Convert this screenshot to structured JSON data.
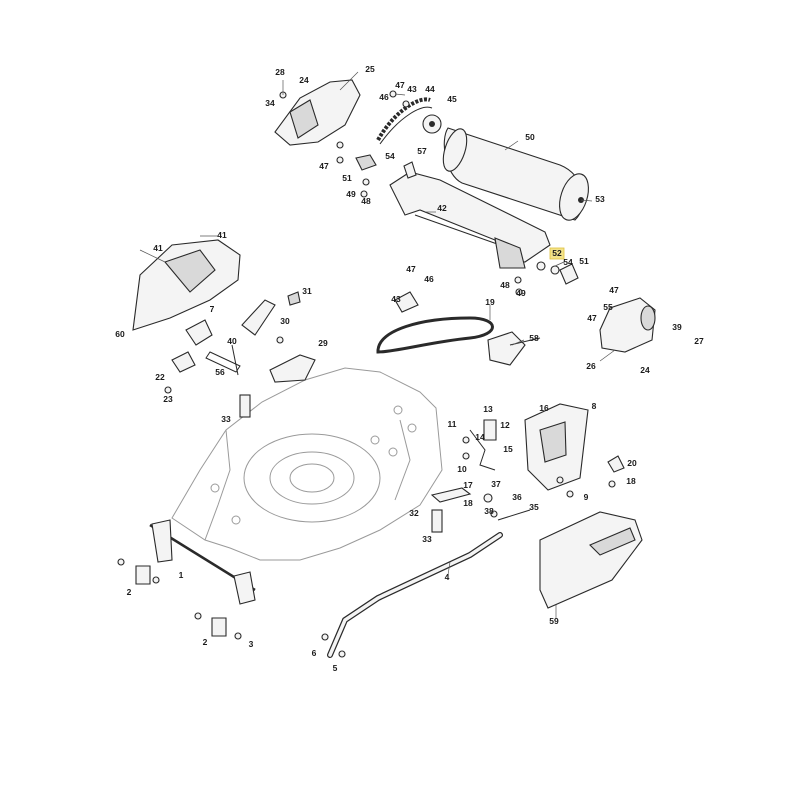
{
  "diagram": {
    "callouts": [
      {
        "id": "c28",
        "text": "28"
      },
      {
        "id": "c24a",
        "text": "24"
      },
      {
        "id": "c34",
        "text": "34"
      },
      {
        "id": "c25",
        "text": "25"
      },
      {
        "id": "c47a",
        "text": "47"
      },
      {
        "id": "c43a",
        "text": "43"
      },
      {
        "id": "c44",
        "text": "44"
      },
      {
        "id": "c46a",
        "text": "46"
      },
      {
        "id": "c45",
        "text": "45"
      },
      {
        "id": "c50",
        "text": "50"
      },
      {
        "id": "c57",
        "text": "57"
      },
      {
        "id": "c54a",
        "text": "54"
      },
      {
        "id": "c47b",
        "text": "47"
      },
      {
        "id": "c51a",
        "text": "51"
      },
      {
        "id": "c49a",
        "text": "49"
      },
      {
        "id": "c48a",
        "text": "48"
      },
      {
        "id": "c53",
        "text": "53"
      },
      {
        "id": "c42",
        "text": "42"
      },
      {
        "id": "c41a",
        "text": "41"
      },
      {
        "id": "c41b",
        "text": "41"
      },
      {
        "id": "c52",
        "text": "52"
      },
      {
        "id": "c54b",
        "text": "54"
      },
      {
        "id": "c51b",
        "text": "51"
      },
      {
        "id": "c47c",
        "text": "47"
      },
      {
        "id": "c43b",
        "text": "43"
      },
      {
        "id": "c46b",
        "text": "46"
      },
      {
        "id": "c48b",
        "text": "48"
      },
      {
        "id": "c49b",
        "text": "49"
      },
      {
        "id": "c47d",
        "text": "47"
      },
      {
        "id": "c55",
        "text": "55"
      },
      {
        "id": "c47e",
        "text": "47"
      },
      {
        "id": "c60",
        "text": "60"
      },
      {
        "id": "c7",
        "text": "7"
      },
      {
        "id": "c31",
        "text": "31"
      },
      {
        "id": "c40",
        "text": "40"
      },
      {
        "id": "c30",
        "text": "30"
      },
      {
        "id": "c19",
        "text": "19"
      },
      {
        "id": "c39",
        "text": "39"
      },
      {
        "id": "c27",
        "text": "27"
      },
      {
        "id": "c58",
        "text": "58"
      },
      {
        "id": "c26",
        "text": "26"
      },
      {
        "id": "c24b",
        "text": "24"
      },
      {
        "id": "c29",
        "text": "29"
      },
      {
        "id": "c22",
        "text": "22"
      },
      {
        "id": "c56",
        "text": "56"
      },
      {
        "id": "c23",
        "text": "23"
      },
      {
        "id": "c33a",
        "text": "33"
      },
      {
        "id": "c11",
        "text": "11"
      },
      {
        "id": "c13",
        "text": "13"
      },
      {
        "id": "c12",
        "text": "12"
      },
      {
        "id": "c14",
        "text": "14"
      },
      {
        "id": "c16",
        "text": "16"
      },
      {
        "id": "c8",
        "text": "8"
      },
      {
        "id": "c10",
        "text": "10"
      },
      {
        "id": "c15",
        "text": "15"
      },
      {
        "id": "c20",
        "text": "20"
      },
      {
        "id": "c18a",
        "text": "18"
      },
      {
        "id": "c17",
        "text": "17"
      },
      {
        "id": "c37",
        "text": "37"
      },
      {
        "id": "c36",
        "text": "36"
      },
      {
        "id": "c9",
        "text": "9"
      },
      {
        "id": "c18b",
        "text": "18"
      },
      {
        "id": "c38",
        "text": "38"
      },
      {
        "id": "c35",
        "text": "35"
      },
      {
        "id": "c32",
        "text": "32"
      },
      {
        "id": "c33b",
        "text": "33"
      },
      {
        "id": "c1",
        "text": "1"
      },
      {
        "id": "c2a",
        "text": "2"
      },
      {
        "id": "c4",
        "text": "4"
      },
      {
        "id": "c59",
        "text": "59"
      },
      {
        "id": "c2b",
        "text": "2"
      },
      {
        "id": "c3",
        "text": "3"
      },
      {
        "id": "c6",
        "text": "6"
      },
      {
        "id": "c5",
        "text": "5"
      }
    ],
    "highlight": {
      "callout": "52",
      "color": "#f2e28a"
    }
  }
}
